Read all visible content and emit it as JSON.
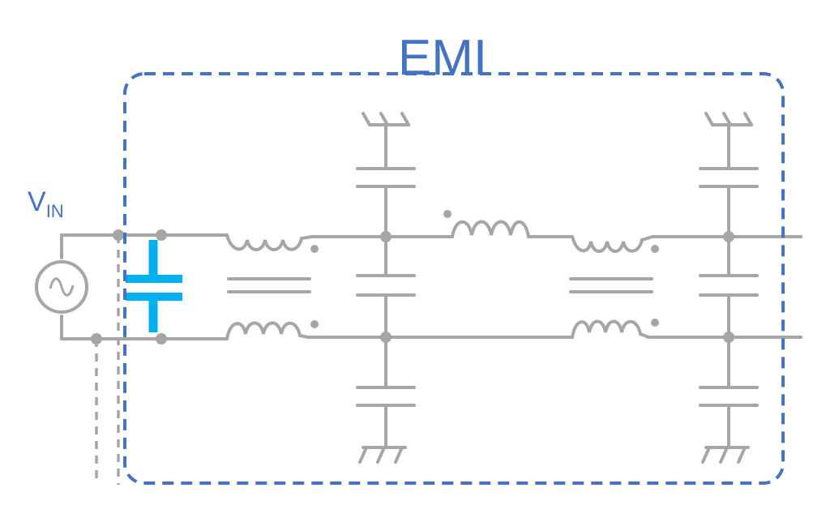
{
  "title": "EMI",
  "source_label": "V",
  "source_label_sub": "IN",
  "colors": {
    "wire": "#A6A6A6",
    "accent": "#4472C4",
    "highlight": "#00B0F0",
    "background": "#FFFFFF"
  },
  "icons": {
    "source": "ac-source-icon",
    "common_mode_choke": "common-mode-choke-icon",
    "inductor": "inductor-icon",
    "capacitor": "capacitor-icon",
    "ground": "chassis-ground-icon",
    "x_capacitor": "x-capacitor-highlight-icon"
  }
}
